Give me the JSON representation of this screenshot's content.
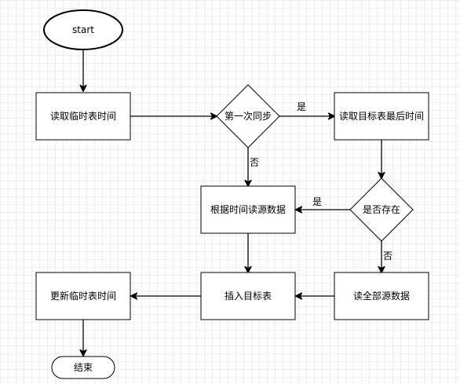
{
  "nodes": {
    "start": {
      "label": "start"
    },
    "read_temp_time": {
      "label": "读取临时表时间"
    },
    "first_sync": {
      "label": "第一次同步"
    },
    "read_target_last_time": {
      "label": "读取目标表最后时间"
    },
    "read_source_by_time": {
      "label": "根据时间读源数据"
    },
    "exists": {
      "label": "是否存在"
    },
    "insert_target": {
      "label": "插入目标表"
    },
    "read_all_source": {
      "label": "读全部源数据"
    },
    "update_temp_time": {
      "label": "更新临时表时间"
    },
    "end": {
      "label": "结束"
    }
  },
  "edges": {
    "first_sync_yes": {
      "label": "是"
    },
    "first_sync_no": {
      "label": "否"
    },
    "exists_yes": {
      "label": "是"
    },
    "exists_no": {
      "label": "否"
    }
  }
}
